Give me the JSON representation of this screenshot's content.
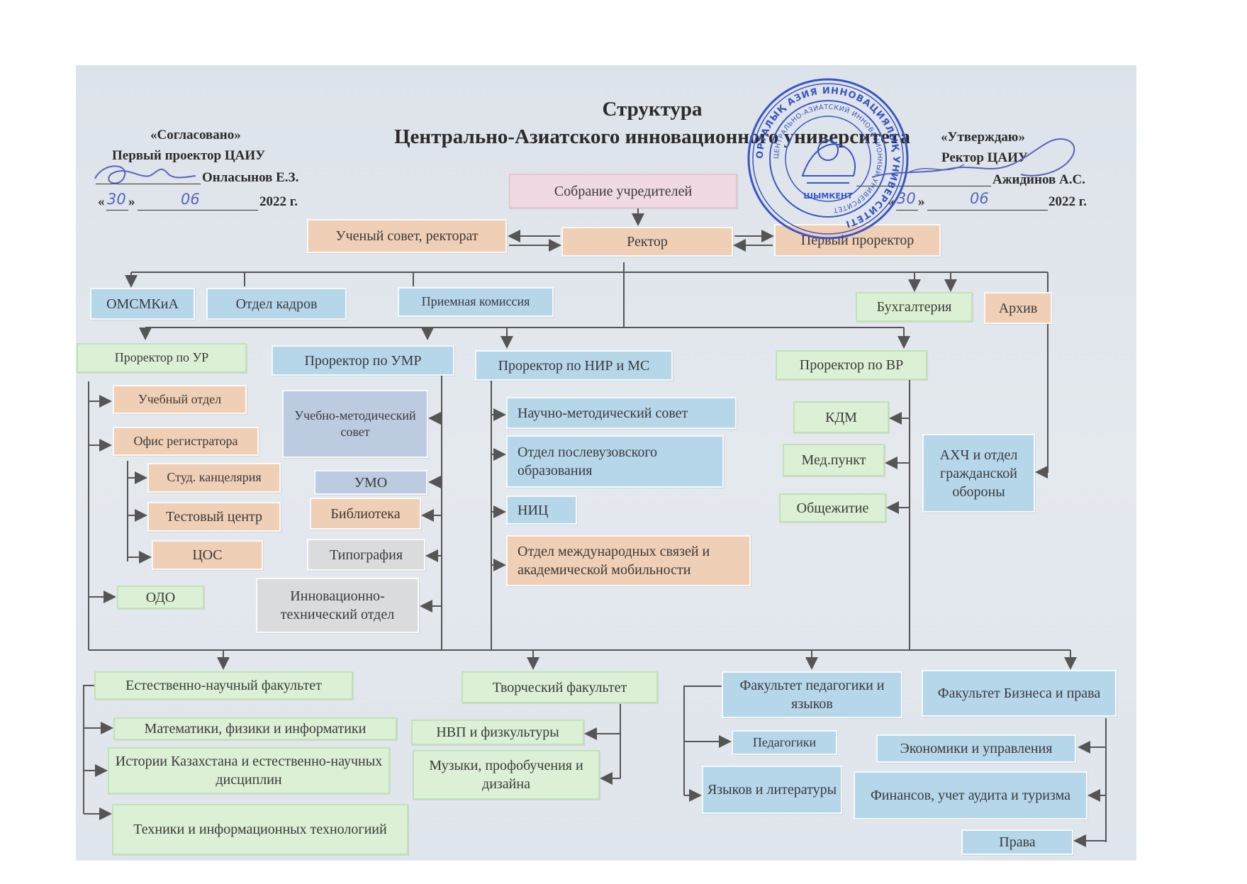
{
  "title": {
    "line1": "Структура",
    "line2": "Центрально-Азиатского инновационного университета"
  },
  "approval_left": {
    "label": "«Согласовано»",
    "position": "Первый проектор ЦАИУ",
    "name": "Онласынов Е.З.",
    "day": "30",
    "month": "06",
    "year": "2022 г."
  },
  "approval_right": {
    "label": "«Утверждаю»",
    "position": "Ректор ЦАИУ",
    "name": "Ажидинов А.С.",
    "day": "30",
    "month": "06",
    "year": "2022 г."
  },
  "seal": {
    "outer_text": "ОРТАЛЫҚ АЗИЯ ИННОВАЦИЯЛЫҚ УНИВЕРСИТЕТІ",
    "inner_text": "ЦЕНТРАЛЬНО-АЗИАТСКИЙ ИННОВАЦИОННЫЙ УНИВЕРСИТЕТ",
    "city": "ШЫМКЕНТ",
    "color": "#3b55c4"
  },
  "boxes": {
    "founders": "Собрание учредителей",
    "council": "Ученый совет, ректорат",
    "rector": "Ректор",
    "first_prorector": "Первый проректор",
    "omsmkia": "ОМСМКиА",
    "hr": "Отдел кадров",
    "admissions": "Приемная комиссия",
    "accounting": "Бухгалтерия",
    "archive": "Архив",
    "pr_ur": "Проректор по УР",
    "pr_umr": "Проректор по УМР",
    "pr_nir": "Проректор по НИР и МС",
    "pr_vr": "Проректор по ВР",
    "edu_dept": "Учебный отдел",
    "registrar": "Офис регистратора",
    "stud_office": "Студ. канцелярия",
    "test_center": "Тестовый центр",
    "tsos": "ЦОС",
    "odo": "ОДО",
    "edu_method_council": "Учебно-методический совет",
    "umo": "УМО",
    "library": "Библиотека",
    "printing": "Типография",
    "innov_tech": "Инновационно-технический отдел",
    "sci_method_council": "Научно-методический совет",
    "postgrad": "Отдел послевузовского образования",
    "nits": "НИЦ",
    "intl": "Отдел международных связей и академической мобильности",
    "kdm": "КДМ",
    "med": "Мед.пункт",
    "dorm": "Общежитие",
    "ahch": "АХЧ и отдел гражданской обороны",
    "fac_science": "Естественно-научный факультет",
    "fac_creative": "Творческий факультет",
    "fac_ped": "Факультет педагогики и языков",
    "fac_business": "Факультет Бизнеса и права",
    "dep_math": "Математики, физики и информатики",
    "dep_history": "Истории Казахстана и естественно-научных дисциплин",
    "dep_tech": "Техники и информационных технологиий",
    "dep_nvp": "НВП и физкультуры",
    "dep_music": "Музыки, профобучения и дизайна",
    "dep_ped": "Педагогики",
    "dep_lang": "Языков и литературы",
    "dep_econ": "Экономики и управления",
    "dep_fin": "Финансов, учет аудита и туризма",
    "dep_law": "Права"
  }
}
